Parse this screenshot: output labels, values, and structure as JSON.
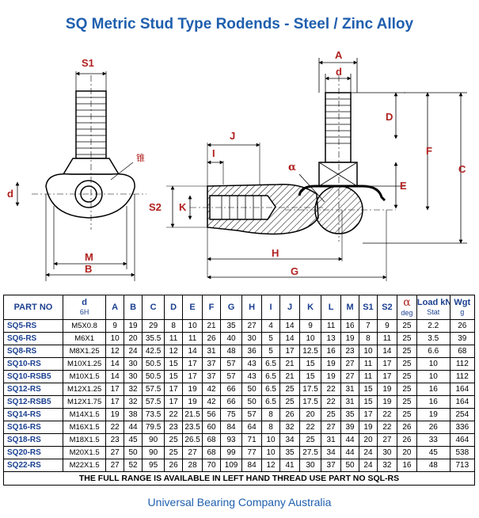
{
  "title": "SQ Metric Stud Type Rodends - Steel / Zinc Alloy",
  "drawing": {
    "labels": {
      "S1": "S1",
      "d_left": "d",
      "S2": "S2",
      "K": "K",
      "M": "M",
      "B": "B",
      "J": "J",
      "I": "I",
      "H": "H",
      "G": "G",
      "A": "A",
      "d_top": "d",
      "D": "D",
      "F": "F",
      "C": "C",
      "E": "E",
      "alpha": "α"
    },
    "callout": "锥"
  },
  "table": {
    "headers": [
      {
        "main": "PART NO",
        "sub": ""
      },
      {
        "main": "d",
        "sub": "6H"
      },
      {
        "main": "A",
        "sub": ""
      },
      {
        "main": "B",
        "sub": ""
      },
      {
        "main": "C",
        "sub": ""
      },
      {
        "main": "D",
        "sub": ""
      },
      {
        "main": "E",
        "sub": ""
      },
      {
        "main": "F",
        "sub": ""
      },
      {
        "main": "G",
        "sub": ""
      },
      {
        "main": "H",
        "sub": ""
      },
      {
        "main": "I",
        "sub": ""
      },
      {
        "main": "J",
        "sub": ""
      },
      {
        "main": "K",
        "sub": ""
      },
      {
        "main": "L",
        "sub": ""
      },
      {
        "main": "M",
        "sub": ""
      },
      {
        "main": "S1",
        "sub": ""
      },
      {
        "main": "S2",
        "sub": ""
      },
      {
        "main": "α",
        "sub": "deg"
      },
      {
        "main": "Load kN",
        "sub": "Stat"
      },
      {
        "main": "Wgt",
        "sub": "g"
      }
    ],
    "rows": [
      [
        "SQ5-RS",
        "M5X0.8",
        "9",
        "19",
        "29",
        "8",
        "10",
        "21",
        "35",
        "27",
        "4",
        "14",
        "9",
        "11",
        "16",
        "7",
        "9",
        "25",
        "2.2",
        "26"
      ],
      [
        "SQ6-RS",
        "M6X1",
        "10",
        "20",
        "35.5",
        "11",
        "11",
        "26",
        "40",
        "30",
        "5",
        "14",
        "10",
        "13",
        "19",
        "8",
        "11",
        "25",
        "3.5",
        "39"
      ],
      [
        "SQ8-RS",
        "M8X1.25",
        "12",
        "24",
        "42.5",
        "12",
        "14",
        "31",
        "48",
        "36",
        "5",
        "17",
        "12.5",
        "16",
        "23",
        "10",
        "14",
        "25",
        "6.6",
        "68"
      ],
      [
        "SQ10-RS",
        "M10X1.25",
        "14",
        "30",
        "50.5",
        "15",
        "17",
        "37",
        "57",
        "43",
        "6.5",
        "21",
        "15",
        "19",
        "27",
        "11",
        "17",
        "25",
        "10",
        "112"
      ],
      [
        "SQ10-RSB5",
        "M10X1.5",
        "14",
        "30",
        "50.5",
        "15",
        "17",
        "37",
        "57",
        "43",
        "6.5",
        "21",
        "15",
        "19",
        "27",
        "11",
        "17",
        "25",
        "10",
        "112"
      ],
      [
        "SQ12-RS",
        "M12X1.25",
        "17",
        "32",
        "57.5",
        "17",
        "19",
        "42",
        "66",
        "50",
        "6.5",
        "25",
        "17.5",
        "22",
        "31",
        "15",
        "19",
        "25",
        "16",
        "164"
      ],
      [
        "SQ12-RSB5",
        "M12X1.75",
        "17",
        "32",
        "57.5",
        "17",
        "19",
        "42",
        "66",
        "50",
        "6.5",
        "25",
        "17.5",
        "22",
        "31",
        "15",
        "19",
        "25",
        "16",
        "164"
      ],
      [
        "SQ14-RS",
        "M14X1.5",
        "19",
        "38",
        "73.5",
        "22",
        "21.5",
        "56",
        "75",
        "57",
        "8",
        "26",
        "20",
        "25",
        "35",
        "17",
        "22",
        "25",
        "19",
        "254"
      ],
      [
        "SQ16-RS",
        "M16X1.5",
        "22",
        "44",
        "79.5",
        "23",
        "23.5",
        "60",
        "84",
        "64",
        "8",
        "32",
        "22",
        "27",
        "39",
        "19",
        "22",
        "26",
        "26",
        "336"
      ],
      [
        "SQ18-RS",
        "M18X1.5",
        "23",
        "45",
        "90",
        "25",
        "26.5",
        "68",
        "93",
        "71",
        "10",
        "34",
        "25",
        "31",
        "44",
        "20",
        "27",
        "26",
        "33",
        "464"
      ],
      [
        "SQ20-RS",
        "M20X1.5",
        "27",
        "50",
        "90",
        "25",
        "27",
        "68",
        "99",
        "77",
        "10",
        "35",
        "27.5",
        "34",
        "44",
        "24",
        "30",
        "20",
        "45",
        "538"
      ],
      [
        "SQ22-RS",
        "M22X1.5",
        "27",
        "52",
        "95",
        "26",
        "28",
        "70",
        "109",
        "84",
        "12",
        "41",
        "30",
        "37",
        "50",
        "24",
        "32",
        "16",
        "48",
        "713"
      ]
    ],
    "footer": "THE FULL RANGE IS AVAILABLE IN LEFT HAND THREAD  USE PART NO SQL-RS"
  },
  "company": "Universal Bearing Company Australia",
  "colors": {
    "title": "#1f5fae",
    "dimension": "#b0211f",
    "part_no": "#1a3f8f",
    "hatch": "#000000"
  }
}
